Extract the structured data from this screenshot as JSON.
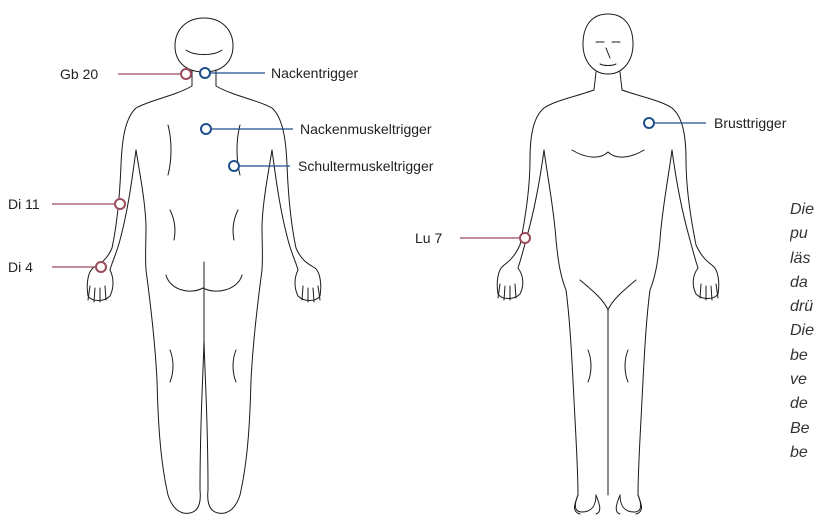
{
  "colors": {
    "meridian": "#9c4a5c",
    "trigger": "#1f4f8b",
    "outline": "#1a1a1a",
    "label": "#222222"
  },
  "back_figure": {
    "points": [
      {
        "label": "Gb 20",
        "kind": "meridian",
        "icon": "ring-marker-icon"
      },
      {
        "label": "Nackentrigger",
        "kind": "trigger",
        "icon": "ring-marker-icon"
      },
      {
        "label": "Nackenmuskeltrigger",
        "kind": "trigger",
        "icon": "ring-marker-icon"
      },
      {
        "label": "Schultermuskeltrigger",
        "kind": "trigger",
        "icon": "ring-marker-icon"
      },
      {
        "label": "Di 11",
        "kind": "meridian",
        "icon": "ring-marker-icon"
      },
      {
        "label": "Di 4",
        "kind": "meridian",
        "icon": "ring-marker-icon"
      }
    ]
  },
  "front_figure": {
    "points": [
      {
        "label": "Brusttrigger",
        "kind": "trigger",
        "icon": "ring-marker-icon"
      },
      {
        "label": "Lu 7",
        "kind": "meridian",
        "icon": "ring-marker-icon"
      }
    ]
  },
  "side_text": {
    "lines": [
      "Die",
      "pu",
      "läs",
      "da",
      "drü",
      "Die",
      "be",
      "ve",
      "de",
      "Be",
      "be"
    ]
  }
}
